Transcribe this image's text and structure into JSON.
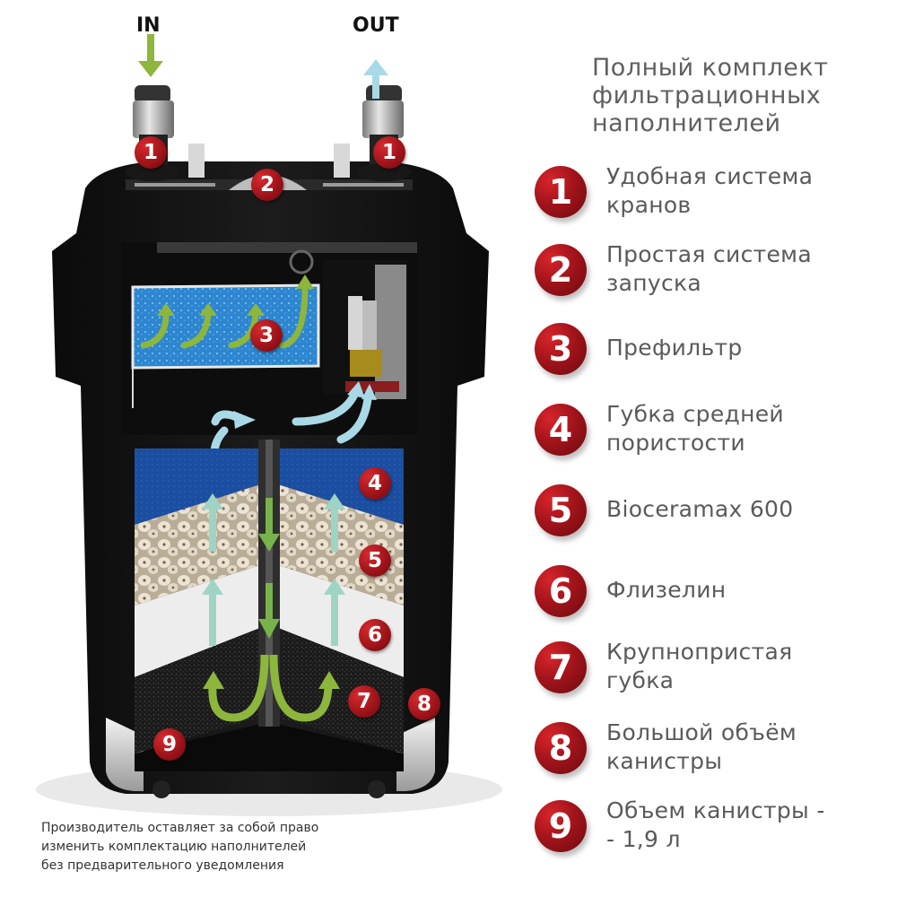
{
  "diagram": {
    "inlet_label": "IN",
    "outlet_label": "OUT",
    "inlet_arrow_color": "#8db63c",
    "outlet_arrow_color": "#a9d9e6",
    "markers": [
      {
        "id": "1",
        "where": "inlet-tap"
      },
      {
        "id": "1",
        "where": "outlet-tap"
      },
      {
        "id": "2",
        "where": "start-button"
      },
      {
        "id": "3",
        "where": "prefilter"
      },
      {
        "id": "4",
        "where": "medium-sponge"
      },
      {
        "id": "5",
        "where": "bioceramax"
      },
      {
        "id": "6",
        "where": "fleece"
      },
      {
        "id": "7",
        "where": "coarse-sponge"
      },
      {
        "id": "8",
        "where": "canister-wall"
      },
      {
        "id": "9",
        "where": "canister-bottom"
      }
    ],
    "layers": [
      {
        "name": "prefilter",
        "color": "#2f8fd6"
      },
      {
        "name": "medium-sponge",
        "color": "#1d4fa3"
      },
      {
        "name": "bioceramax",
        "color": "#e6dccb"
      },
      {
        "name": "fleece",
        "color": "#efefef"
      },
      {
        "name": "coarse-sponge",
        "color": "#2a2a2a"
      }
    ]
  },
  "legend": {
    "title": "Полный комплект фильтрационных наполнителей",
    "badge_color": "#a3141b",
    "items": [
      {
        "num": "1",
        "text": "Удобная система кранов"
      },
      {
        "num": "2",
        "text": "Простая система запуска"
      },
      {
        "num": "3",
        "text": "Префильтр"
      },
      {
        "num": "4",
        "text": "Губка средней пористости"
      },
      {
        "num": "5",
        "text": "Bioceramax 600"
      },
      {
        "num": "6",
        "text": "Флизелин"
      },
      {
        "num": "7",
        "text": "Крупнопристая губка"
      },
      {
        "num": "8",
        "text": "Большой объём канистры"
      },
      {
        "num": "9",
        "text": "Объем канистры - - 1,9 л"
      }
    ],
    "lines": {
      "t1a": "Полный комплект",
      "t1b": "фильтрационных",
      "t1c": "наполнителей",
      "i1a": "Удобная система",
      "i1b": "кранов",
      "i2a": "Простая система",
      "i2b": "запуска",
      "i3": "Префильтр",
      "i4a": "Губка средней",
      "i4b": "пористости",
      "i5": "Bioceramax 600",
      "i6": "Флизелин",
      "i7a": "Крупнопристая",
      "i7b": "губка",
      "i8a": "Большой объём",
      "i8b": "канистры",
      "i9a": "Объем канистры -",
      "i9b": "- 1,9 л"
    }
  },
  "disclaimer": {
    "line1": "Производитель оставляет за собой право",
    "line2": "изменить комплектацию наполнителей",
    "line3": "без предварительного уведомления"
  }
}
